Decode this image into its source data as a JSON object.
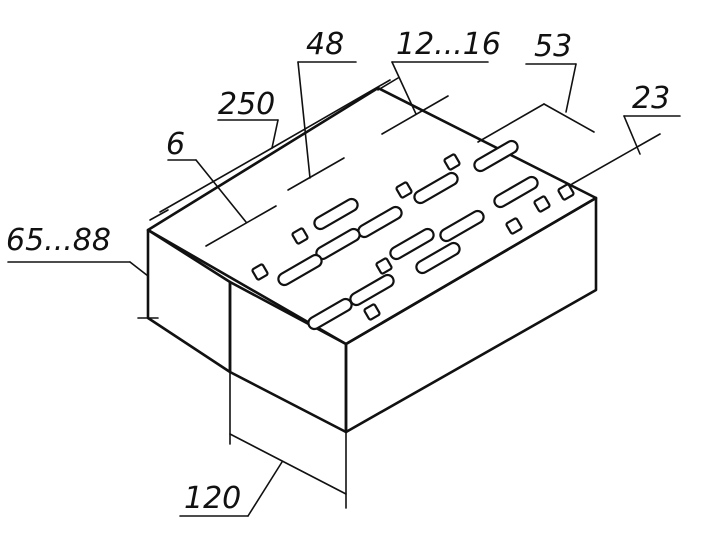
{
  "diagram": {
    "dimensions": {
      "length": "250",
      "width": "120",
      "height": "65...88",
      "slot_pitch": "48",
      "slot_width": "12...16",
      "slot_length": "53",
      "edge_margin": "23",
      "wall": "6"
    }
  }
}
